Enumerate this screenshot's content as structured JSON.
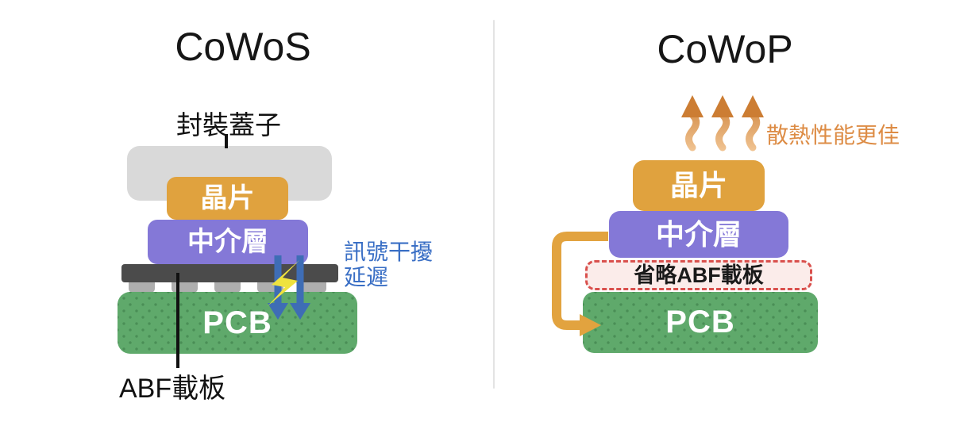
{
  "diagram_type": "semiconductor-packaging-comparison",
  "left": {
    "title": "CoWoS",
    "lid_label": "封裝蓋子",
    "chip_label": "晶片",
    "interposer_label": "中介層",
    "pcb_label": "PCB",
    "substrate_label": "ABF載板",
    "annotation_line1": "訊號干擾",
    "annotation_line2": "延遲"
  },
  "right": {
    "title": "CoWoP",
    "annotation": "散熱性能更佳",
    "chip_label": "晶片",
    "interposer_label": "中介層",
    "omitted_substrate_label": "省略ABF載板",
    "pcb_label": "PCB"
  },
  "icons": {
    "signal_arrows": "down-arrow-icon",
    "lightning": "lightning-icon",
    "heat_arrows": "up-arrow-icon",
    "reroute_arrow": "elbow-arrow-icon"
  },
  "colors": {
    "lid_gray": "#d9d9d9",
    "chip_orange": "#e0a23e",
    "interposer_purple": "#8478d7",
    "substrate_dark": "#4b4b4b",
    "bump_gray": "#aeaeae",
    "pcb_green": "#5fa96b",
    "pcb_dot_green": "#4a8e56",
    "signal_text_blue": "#3a6fc5",
    "signal_arrow_blue": "#3e6db5",
    "lightning_yellow": "#efe23e",
    "heat_orange": "#cc7d33",
    "heat_text_orange": "#dd8c45",
    "reroute_orange": "#e2a33f",
    "omitted_border_red": "#d9504d",
    "omitted_fill_pink": "#fbecea",
    "divider_gray": "#e3e3e3",
    "title_black": "#161616"
  }
}
